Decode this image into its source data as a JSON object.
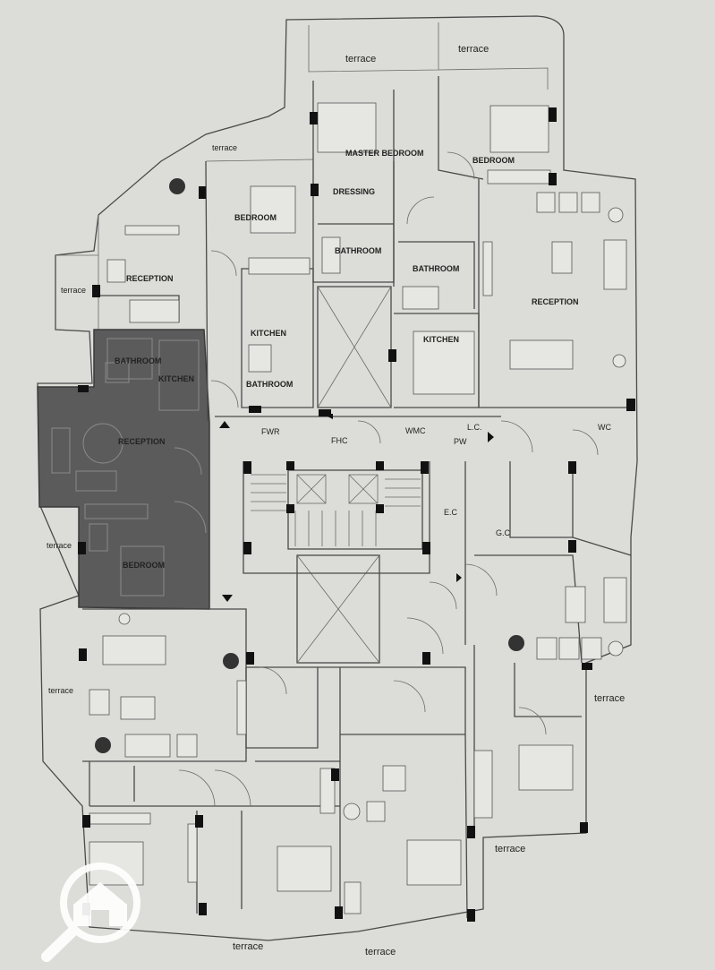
{
  "labels": {
    "terrace_top_left": "terrace",
    "terrace_top_right": "terrace",
    "terrace_upper_left": "terrace",
    "terrace_left_a": "terrace",
    "terrace_left_b": "terrace",
    "terrace_left_c": "terrace",
    "terrace_right_a": "terrace",
    "terrace_right_b": "terrace",
    "terrace_bottom_a": "terrace",
    "terrace_bottom_b": "terrace",
    "master_bedroom": "MASTER BEDROOM",
    "bedroom_top_right": "BEDROOM",
    "dressing": "DRESSING",
    "bedroom_top_left": "BEDROOM",
    "bathroom_center": "BATHROOM",
    "bathroom_right": "BATHROOM",
    "reception_top_left": "RECEPTION",
    "reception_right": "RECEPTION",
    "kitchen_left": "KITCHEN",
    "kitchen_center": "KITCHEN",
    "bathroom_highlight": "BATHROOM",
    "kitchen_highlight": "KITCHEN",
    "bathroom_left": "BATHROOM",
    "reception_highlight": "RECEPTION",
    "bedroom_highlight": "BEDROOM",
    "fwr": "FWR",
    "fhc": "FHC",
    "wmc": "WMC",
    "lc": "L.C.",
    "pw": "PW",
    "wc": "WC",
    "ec": "E.C",
    "gc": "G.C"
  },
  "colors": {
    "background": "#dcdcd8",
    "highlight_unit": "#5b5b5b",
    "walls": "#4a4a4a",
    "logo": "#ffffff"
  },
  "icons": {
    "logo": "house-search-logo-icon"
  }
}
